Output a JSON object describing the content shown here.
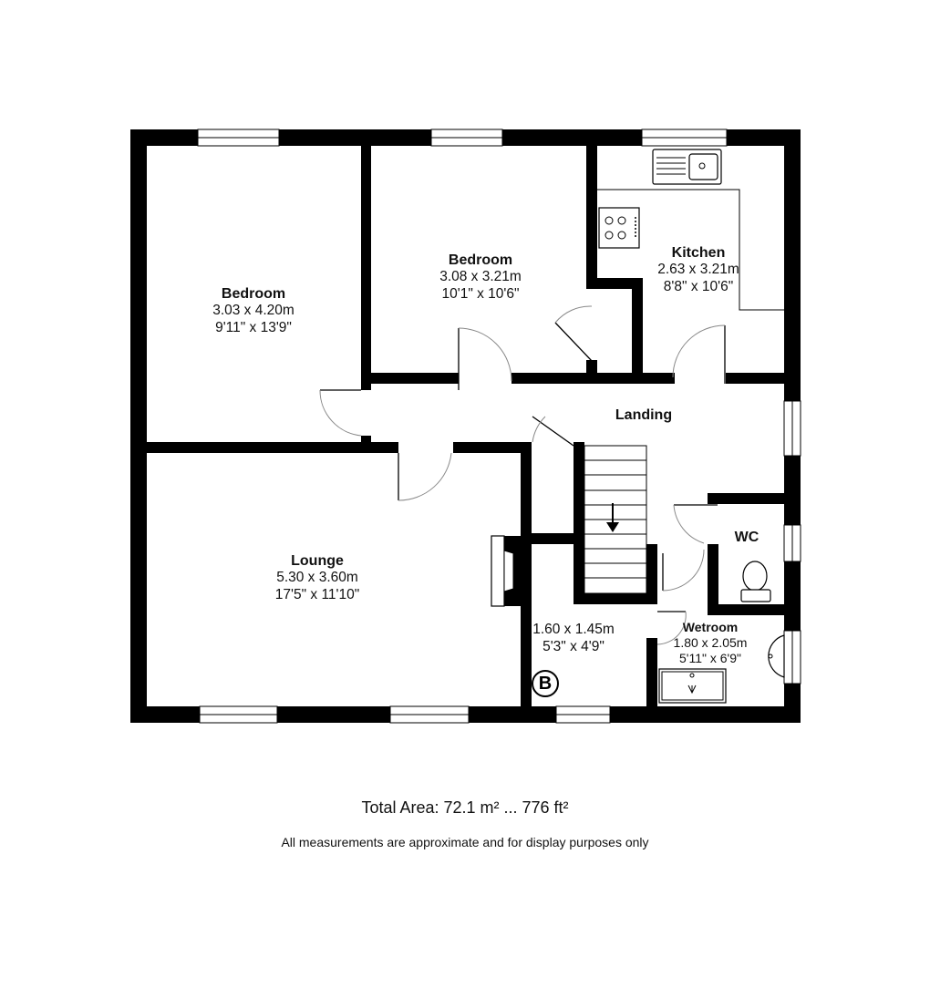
{
  "floorplan": {
    "rooms": [
      {
        "id": "bedroom-1",
        "name": "Bedroom",
        "metric": "3.03 x 4.20m",
        "imperial": "9'11\" x 13'9\""
      },
      {
        "id": "bedroom-2",
        "name": "Bedroom",
        "metric": "3.08 x 3.21m",
        "imperial": "10'1\" x 10'6\""
      },
      {
        "id": "kitchen",
        "name": "Kitchen",
        "metric": "2.63 x 3.21m",
        "imperial": "8'8\" x 10'6\""
      },
      {
        "id": "landing",
        "name": "Landing"
      },
      {
        "id": "lounge",
        "name": "Lounge",
        "metric": "5.30 x 3.60m",
        "imperial": "17'5\" x 11'10\""
      },
      {
        "id": "wc",
        "name": "WC"
      },
      {
        "id": "store",
        "metric": "1.60 x 1.45m",
        "imperial": "5'3\" x 4'9\""
      },
      {
        "id": "wetroom",
        "name": "Wetroom",
        "metric": "1.80 x 2.05m",
        "imperial": "5'11\" x 6'9\""
      }
    ],
    "boiler_badge": "B",
    "icons": [
      "window-icon",
      "door-icon",
      "stairs-icon",
      "sink-icon",
      "hob-icon",
      "toilet-icon",
      "basin-icon",
      "shower-tray-icon",
      "fireplace-icon",
      "boiler-icon"
    ]
  },
  "footer": {
    "total_area": "Total Area: 72.1 m² ... 776 ft²",
    "disclaimer": "All measurements are approximate and for display purposes only"
  }
}
